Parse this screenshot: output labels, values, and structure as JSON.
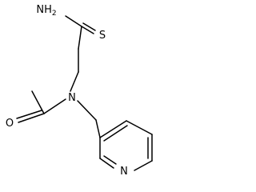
{
  "molecule": {
    "atoms": {
      "amine": "NH2",
      "sulfur": "S",
      "amide_nitrogen": "N",
      "oxygen": "O",
      "pyridine_nitrogen": "N"
    }
  }
}
